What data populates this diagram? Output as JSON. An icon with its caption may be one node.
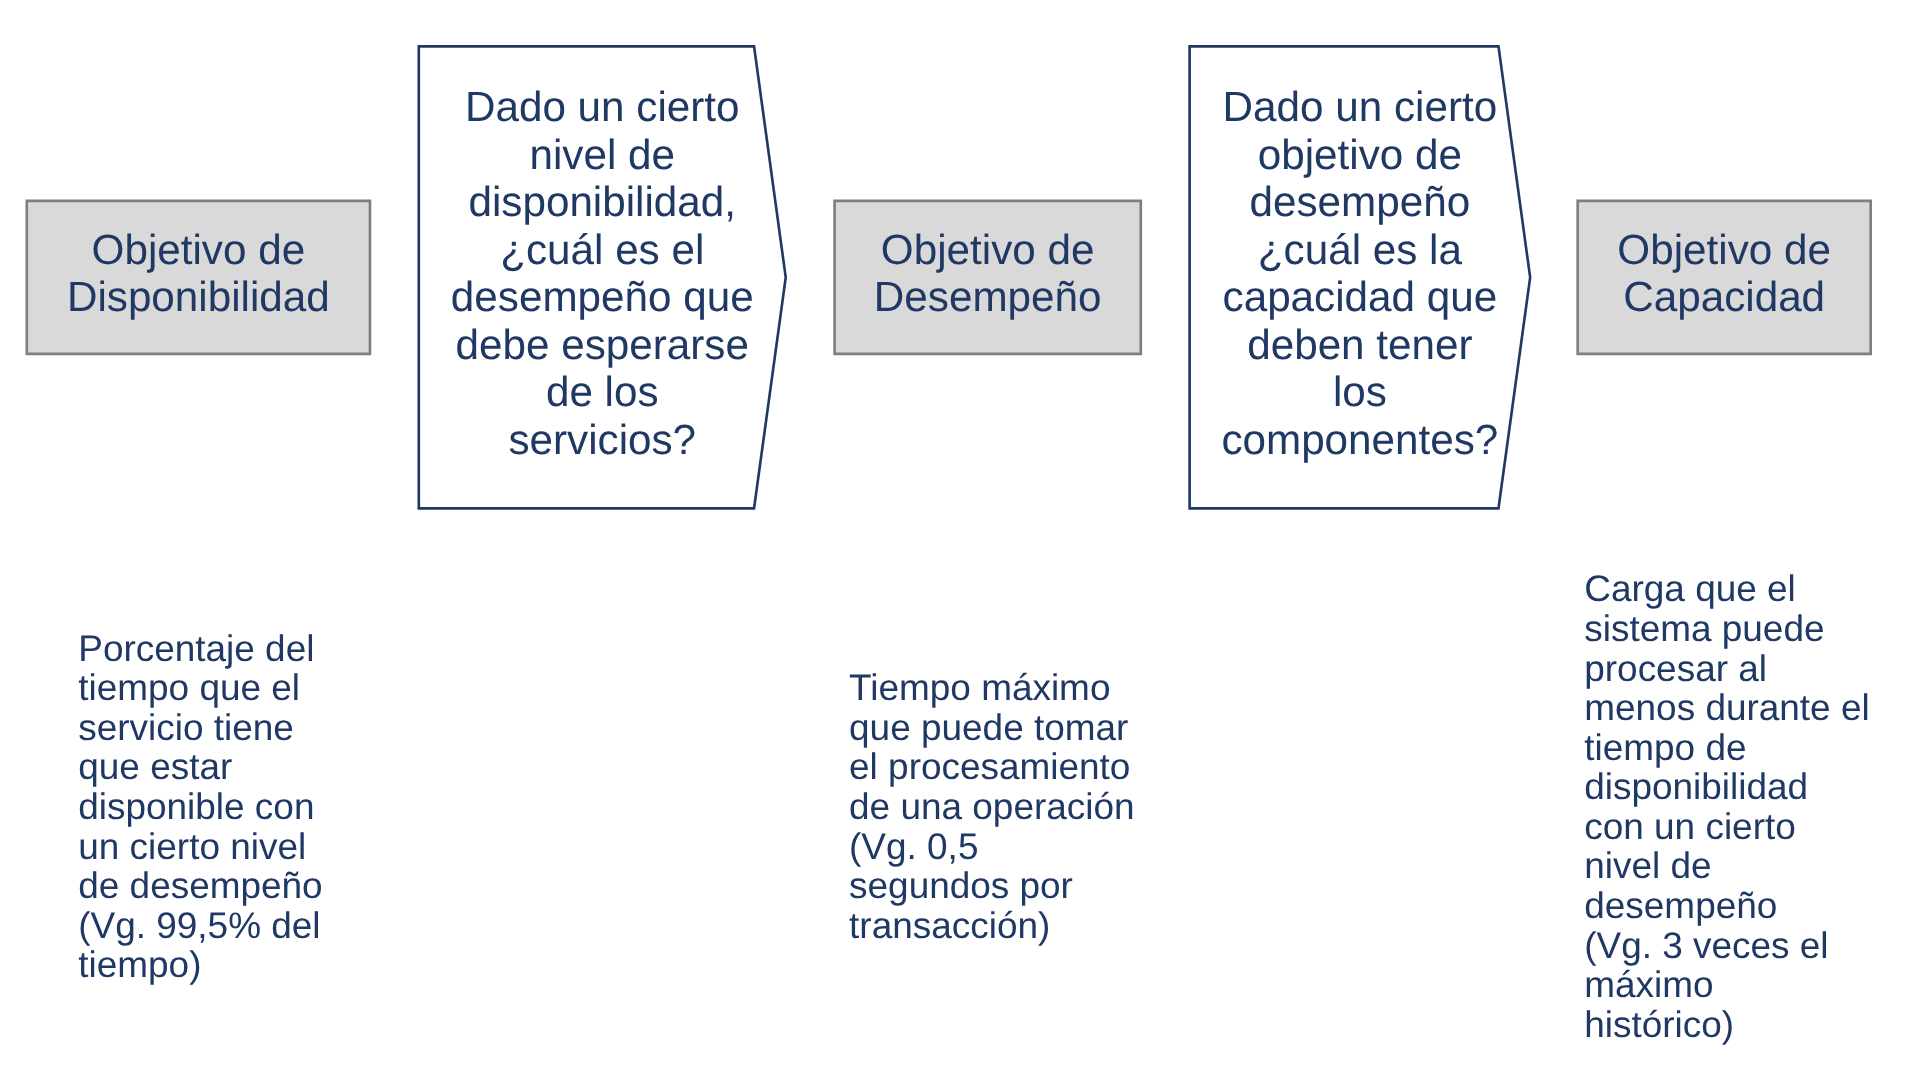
{
  "diagram": {
    "nodes": [
      {
        "text": [
          "Objetivo de Disponibilidad"
        ],
        "beside": [
          "Porcentaje del tiempo que el servicio tiene que estar disponible con un cierto nivel de desempeño",
          "(Vg. 99,5% del tiempo)"
        ]
      },
      {
        "text": [
          "Dado un cierto nivel de disponibilidad, ¿cuál es el desempeño que debe esperarse de los servicios?"
        ]
      },
      {
        "text": [
          "Objetivo de Desempeño"
        ],
        "beside": [
          "Tiempo máximo que puede tomar el procesamiento de una operación",
          "(Vg. 0,5 segundos por transacción)"
        ]
      },
      {
        "text": [
          "Dado un cierto objetivo de desempeño ¿cuál es la capacidad que deben tener los componentes?"
        ]
      },
      {
        "text": [
          "Objetivo de Capacidad"
        ],
        "beside": [
          "Carga que el sistema puede procesar al menos durante el tiempo de disponibilidad con un cierto nivel de desempeño",
          "(Vg. 3 veces el máximo histórico)"
        ]
      }
    ]
  }
}
